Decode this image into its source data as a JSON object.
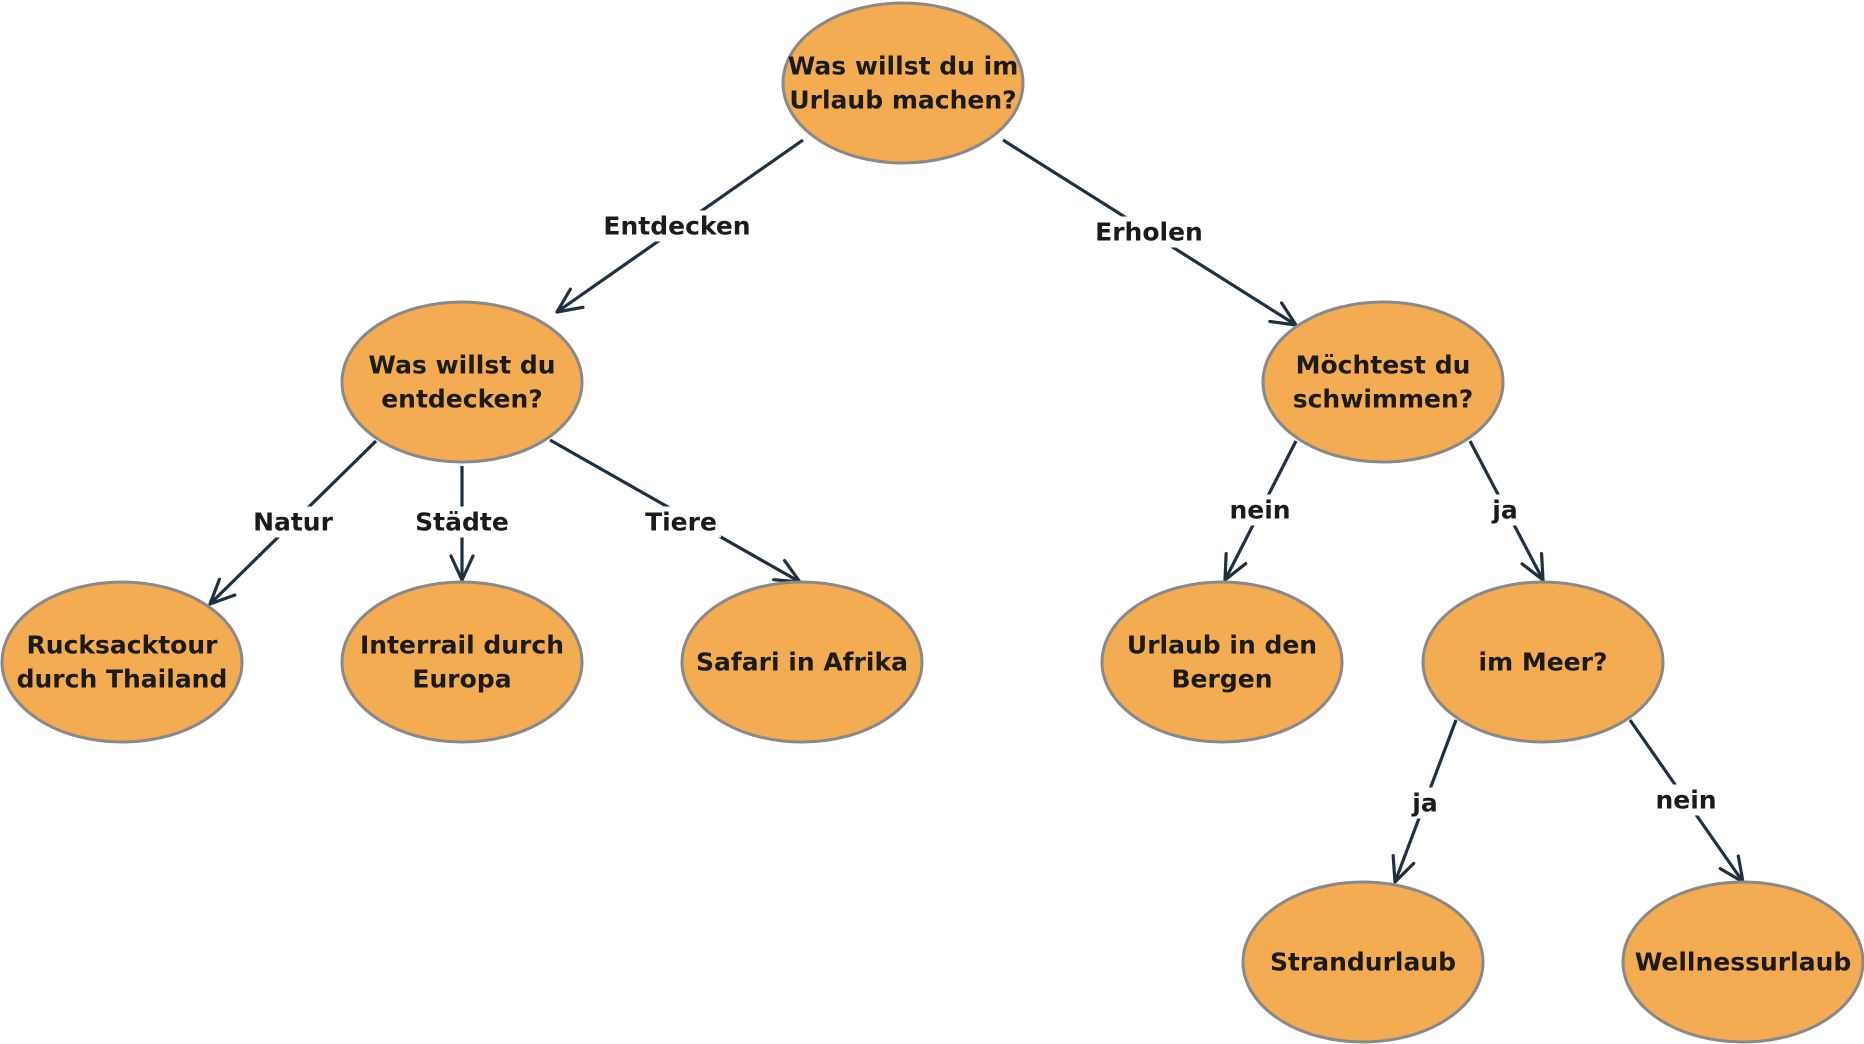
{
  "colors": {
    "node_fill": "#f4ac52",
    "node_stroke": "#898989",
    "edge": "#1f3040",
    "text": "#1b1b1b"
  },
  "nodes": {
    "root": [
      "Was willst du im",
      "Urlaub machen?"
    ],
    "discover": [
      "Was willst du",
      "entdecken?"
    ],
    "swim": [
      "Möchtest du",
      "schwimmen?"
    ],
    "thailand": [
      "Rucksacktour",
      "durch Thailand"
    ],
    "europe": [
      "Interrail durch",
      "Europa"
    ],
    "safari": [
      "Safari in Afrika"
    ],
    "mountains": [
      "Urlaub in den",
      "Bergen"
    ],
    "sea": [
      "im Meer?"
    ],
    "beach": [
      "Strandurlaub"
    ],
    "wellness": [
      "Wellnessurlaub"
    ]
  },
  "edges": [
    {
      "id": "root-discover",
      "from": "root",
      "to": "discover",
      "label": "Entdecken"
    },
    {
      "id": "root-swim",
      "from": "root",
      "to": "swim",
      "label": "Erholen"
    },
    {
      "id": "discover-thailand",
      "from": "discover",
      "to": "thailand",
      "label": "Natur"
    },
    {
      "id": "discover-europe",
      "from": "discover",
      "to": "europe",
      "label": "Städte"
    },
    {
      "id": "discover-safari",
      "from": "discover",
      "to": "safari",
      "label": "Tiere"
    },
    {
      "id": "swim-mountains",
      "from": "swim",
      "to": "mountains",
      "label": "nein"
    },
    {
      "id": "swim-sea",
      "from": "swim",
      "to": "sea",
      "label": "ja"
    },
    {
      "id": "sea-beach",
      "from": "sea",
      "to": "beach",
      "label": "ja"
    },
    {
      "id": "sea-wellness",
      "from": "sea",
      "to": "wellness",
      "label": "nein"
    }
  ]
}
